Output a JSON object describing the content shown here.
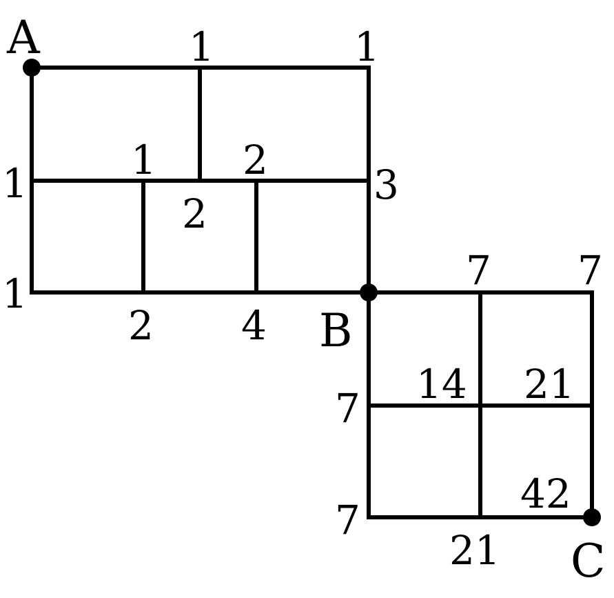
{
  "points": {
    "A": "A",
    "B": "B",
    "C": "C"
  },
  "path_counts": {
    "top_mid_top": "1",
    "top_right_top": "1",
    "left_mid": "1",
    "mid_row_one": "1",
    "mid_row_two_above": "2",
    "mid_row_two_below": "2",
    "right_mid_three": "3",
    "bottom_left": "1",
    "bottom_two": "2",
    "bottom_four": "4",
    "lower_top_seven_left": "7",
    "lower_top_seven_right": "7",
    "lower_left_seven_mid": "7",
    "lower_fourteen": "14",
    "lower_twenty_one_mid": "21",
    "lower_left_seven_bottom": "7",
    "lower_forty_two": "42",
    "lower_twenty_one_bottom": "21"
  },
  "colors": {
    "line": "#000000",
    "background": "#ffffff"
  }
}
